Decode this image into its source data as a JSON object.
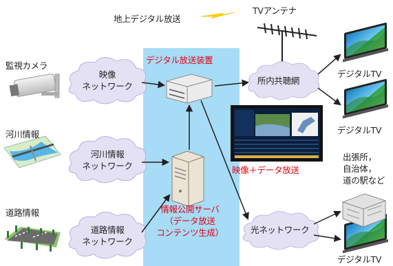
{
  "broadcast": {
    "terrestrial_label": "地上デジタル放送",
    "antenna_label": "TVアンテナ"
  },
  "center": {
    "equipment_label": "デジタル放送装置",
    "server_label_lines": [
      "情報公開サーバ",
      "（データ放送",
      "コンテンツ生成）"
    ],
    "screen_caption": "映像＋データ放送"
  },
  "sources": [
    {
      "label": "監視カメラ",
      "network_lines": [
        "映像",
        "ネットワーク"
      ]
    },
    {
      "label": "河川情報",
      "network_lines": [
        "河川情報",
        "ネットワーク"
      ]
    },
    {
      "label": "道路情報",
      "network_lines": [
        "道路情報",
        "ネットワーク"
      ]
    }
  ],
  "outputs": {
    "building_network": "所内共聴網",
    "optical_network": "光ネットワーク",
    "tv_label": "デジタルTV",
    "offices_lines": [
      "出張所，",
      "自治体，",
      "道の駅など"
    ]
  },
  "colors": {
    "accent_red": "#e60012",
    "band_blue": "#a6dcf5",
    "cloud_fill": "#e4e1f4",
    "arrow": "#231f20"
  }
}
